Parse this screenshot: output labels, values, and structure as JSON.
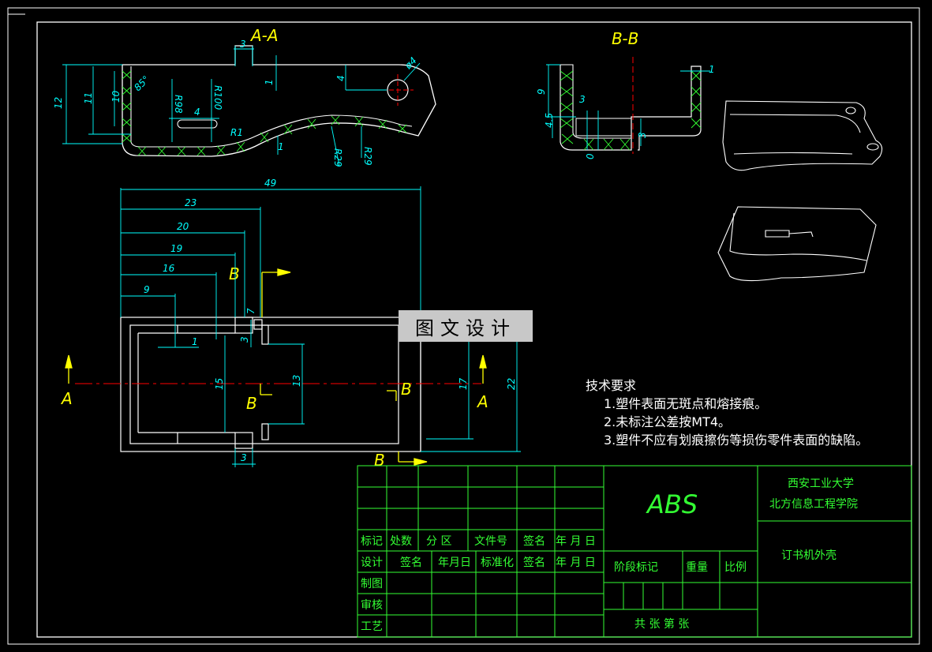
{
  "views": {
    "section_aa_title": "A-A",
    "section_bb_title": "B-B",
    "label_a": "A",
    "label_b": "B"
  },
  "watermark": "图文设计",
  "dims_aa": {
    "d3": "3",
    "d1": "1",
    "d4": "4",
    "dia": "ø4",
    "d12": "12",
    "d11": "11",
    "d10": "10",
    "ang85": "85°",
    "r98": "R98",
    "r100": "R100",
    "d4b": "4",
    "r1": "R1",
    "d1b": "1",
    "r29a": "R29",
    "r29b": "R29"
  },
  "dims_bb": {
    "d9": "9",
    "d3": "3",
    "d45": "4.5",
    "d0": "0",
    "d1": "1",
    "d3b": "3"
  },
  "dims_plan": {
    "d49": "49",
    "d23": "23",
    "d20": "20",
    "d19": "19",
    "d16": "16",
    "d9": "9",
    "d1": "1",
    "d3": "3",
    "d7": "7",
    "d15": "15",
    "d13": "13",
    "d17": "17",
    "d22": "22",
    "d3b": "3"
  },
  "tech_notes": {
    "heading": "技术要求",
    "items": [
      "1.塑件表面无斑点和熔接痕。",
      "2.未标注公差按MT4。",
      "3.塑件不应有划痕擦伤等损伤零件表面的缺陷。"
    ]
  },
  "title_block": {
    "material": "ABS",
    "school_line1": "西安工业大学",
    "school_line2": "北方信息工程学院",
    "part_name": "订书机外壳",
    "row_mark": [
      "标记",
      "处数",
      "分 区",
      "文件号",
      "签名",
      "年 月 日"
    ],
    "row_design": [
      "设计",
      "签名",
      "年月日",
      "标准化",
      "签名",
      "年 月 日"
    ],
    "drawing": "制图",
    "review": "审核",
    "craft": "工艺",
    "stage_mark": "阶段标记",
    "weight": "重量",
    "scale": "比例",
    "sheets": "共 张 第 张"
  },
  "colors": {
    "background": "#000000",
    "frame": "#ffffff",
    "dimension": "#00ffff",
    "label": "#ffff00",
    "hatch": "#33ff33",
    "centerline": "#ff0000",
    "title_block": "#33ff33"
  }
}
